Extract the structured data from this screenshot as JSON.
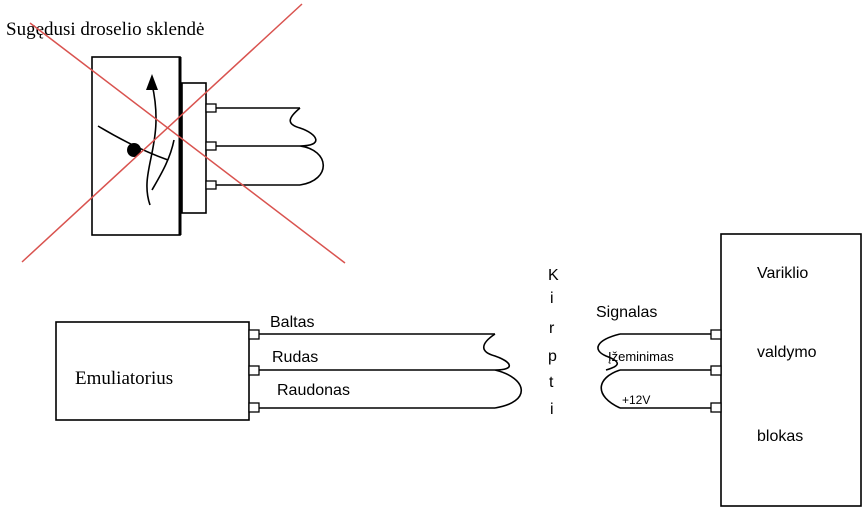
{
  "colors": {
    "cross": "#d9534f",
    "line": "#000000",
    "background": "#ffffff"
  },
  "throttle": {
    "label": "Sugędusi droselio sklendė"
  },
  "emulator": {
    "label": "Emuliatorius",
    "wires": [
      "Baltas",
      "Rudas",
      "Raudonas"
    ]
  },
  "cut_label": [
    "K",
    "i",
    "r",
    "p",
    "t",
    "i"
  ],
  "ecu": {
    "lines": [
      "Variklio",
      "valdymo",
      "blokas"
    ],
    "signals": [
      "Signalas",
      "Įžeminimas",
      "+12V"
    ]
  }
}
